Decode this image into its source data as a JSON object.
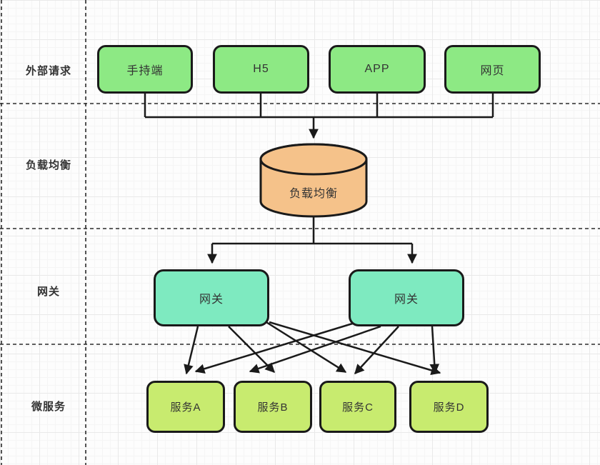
{
  "diagram": {
    "row_labels": [
      {
        "label": "外部请求"
      },
      {
        "label": "负载均衡"
      },
      {
        "label": "网关"
      },
      {
        "label": "微服务"
      }
    ],
    "clients": [
      {
        "label": "手持端"
      },
      {
        "label": "H5"
      },
      {
        "label": "APP"
      },
      {
        "label": "网页"
      }
    ],
    "load_balancer": {
      "label": "负载均衡"
    },
    "gateways": [
      {
        "label": "网关"
      },
      {
        "label": "网关"
      }
    ],
    "services": [
      {
        "label": "服务A"
      },
      {
        "label": "服务B"
      },
      {
        "label": "服务C"
      },
      {
        "label": "服务D"
      }
    ],
    "colors": {
      "client_fill": "#8de984",
      "gateway_fill": "#7eeac0",
      "service_fill": "#c8eb6f",
      "load_balancer_fill": "#f5c28a",
      "stroke": "#1a1a1a",
      "lane_divider": "#2b2b2b",
      "label_text": "#333333"
    }
  }
}
